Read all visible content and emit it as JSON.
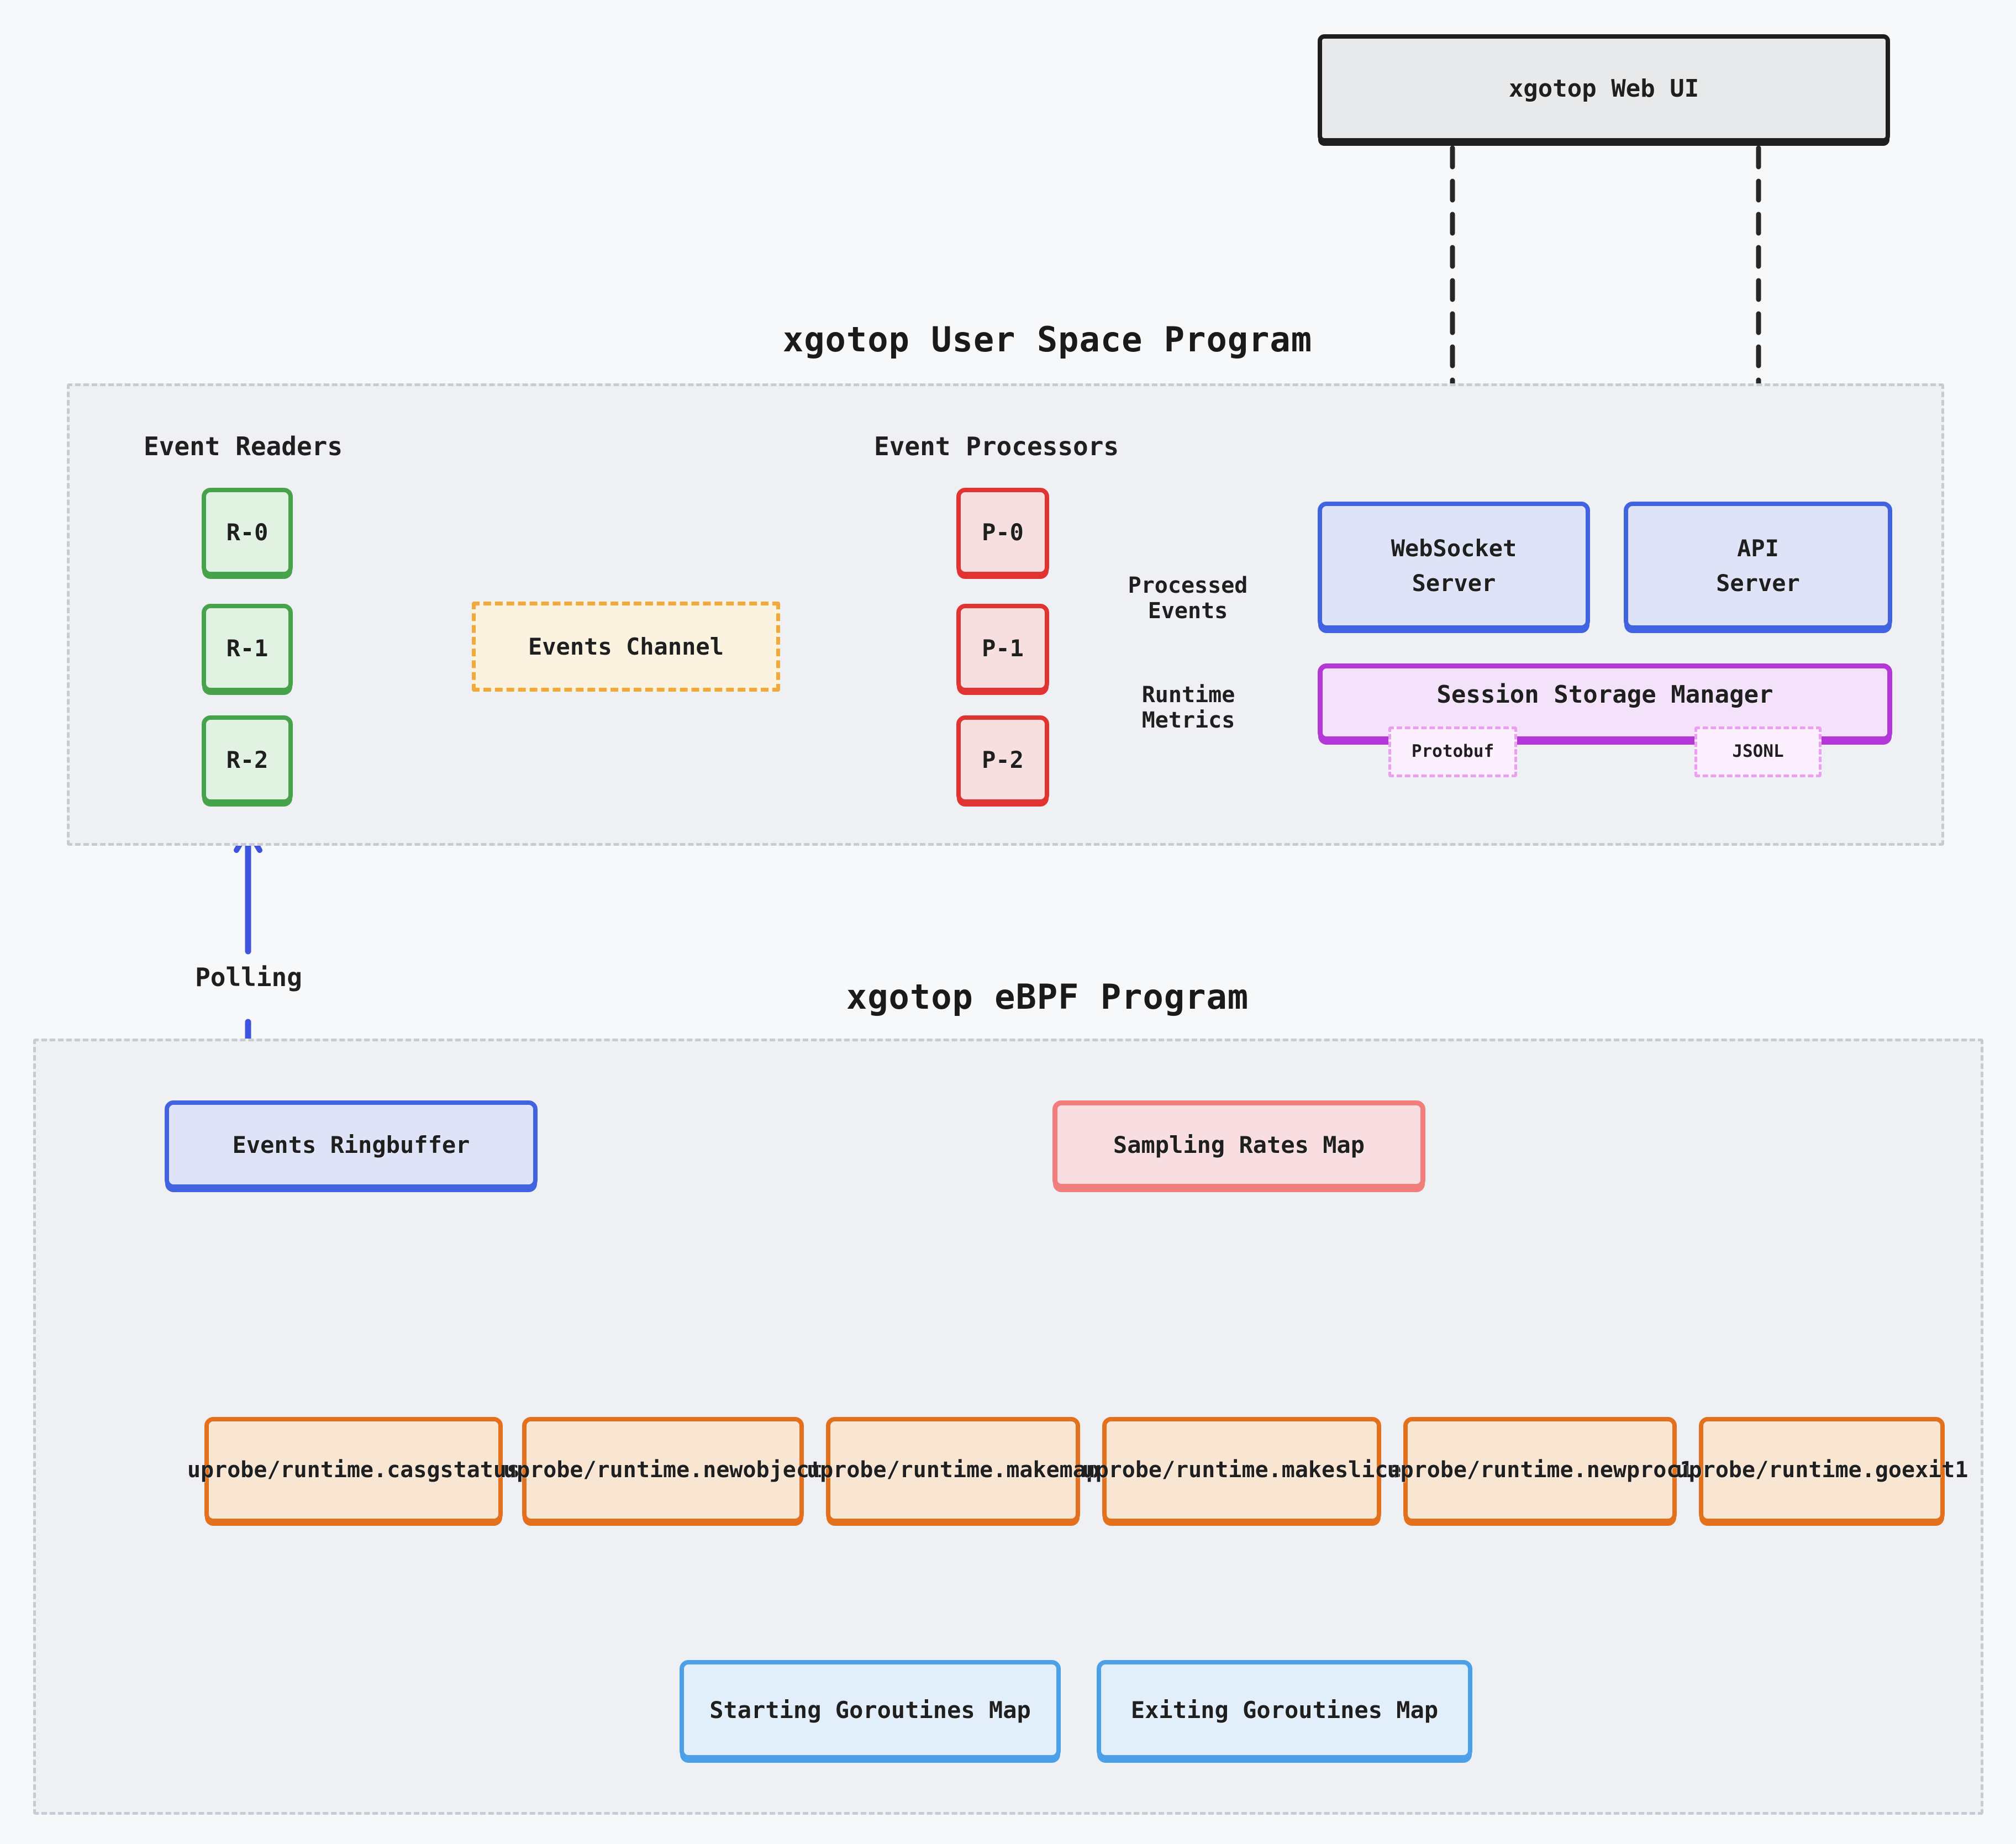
{
  "titles": {
    "user_space": "xgotop User Space Program",
    "ebpf": "xgotop eBPF Program"
  },
  "web_ui": {
    "label": "xgotop Web UI"
  },
  "user_space": {
    "event_readers_title": "Event Readers",
    "readers": [
      "R-0",
      "R-1",
      "R-2"
    ],
    "events_channel_label": "Events Channel",
    "event_processors_title": "Event Processors",
    "processors": [
      "P-0",
      "P-1",
      "P-2"
    ],
    "processed_events_label": "Processed Events",
    "runtime_metrics_label": "Runtime Metrics",
    "websocket_server_label": "WebSocket Server",
    "api_server_label": "API Server",
    "session_storage_manager_label": "Session Storage Manager",
    "protobuf_label": "Protobuf",
    "jsonl_label": "JSONL"
  },
  "polling_label": "Polling",
  "ebpf": {
    "events_ringbuffer_label": "Events Ringbuffer",
    "sampling_rates_map_label": "Sampling Rates Map",
    "uprobes": [
      "uprobe/runtime.casgstatus",
      "uprobe/runtime.newobject",
      "uprobe/runtime.makemap",
      "uprobe/runtime.makeslice",
      "uprobe/runtime.newproc1",
      "uprobe/runtime.goexit1"
    ],
    "starting_goroutines_map_label": "Starting Goroutines Map",
    "exiting_goroutines_map_label": "Exiting Goroutines Map"
  },
  "colors": {
    "page_bg": "#f7f8fa",
    "section_bg": "#eef0f3",
    "section_border": "#c7ccd4",
    "black_arrow": "#272727",
    "green_border": "#47a34b",
    "red_border": "#e23333",
    "blue_border": "#4263e0",
    "purple_border": "#b437d8",
    "salmon_border": "#f27d7d",
    "orange_border": "#e2701c",
    "sky_border": "#4ba0e8",
    "channel_border": "#f2a93b",
    "blue_arrow": "#3f54de",
    "salmon_arrow": "#f27d7d",
    "sky_arrow": "#54a9ea"
  }
}
